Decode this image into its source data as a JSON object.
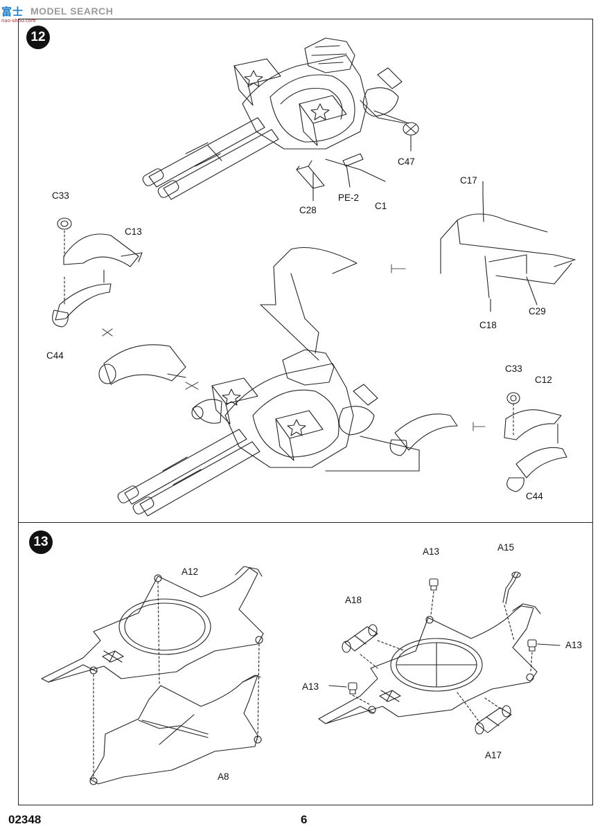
{
  "watermark": {
    "logo_text": "富士",
    "site_text": "MODEL SEARCH",
    "url_text": "nao-shou.com"
  },
  "steps": [
    {
      "number": "12",
      "labels": {
        "c47": "C47",
        "c28": "C28",
        "pe2": "PE-2",
        "c1": "C1",
        "c17": "C17",
        "c33_left": "C33",
        "c13": "C13",
        "c44_left": "C44",
        "c29": "C29",
        "c18": "C18",
        "c33_right": "C33",
        "c12": "C12",
        "c44_right": "C44"
      }
    },
    {
      "number": "13",
      "labels": {
        "a12": "A12",
        "a8": "A8",
        "a13_top": "A13",
        "a15": "A15",
        "a18": "A18",
        "a13_right": "A13",
        "a13_left": "A13",
        "a17": "A17"
      }
    }
  ],
  "footer": {
    "product_code": "02348",
    "page_number": "6"
  }
}
